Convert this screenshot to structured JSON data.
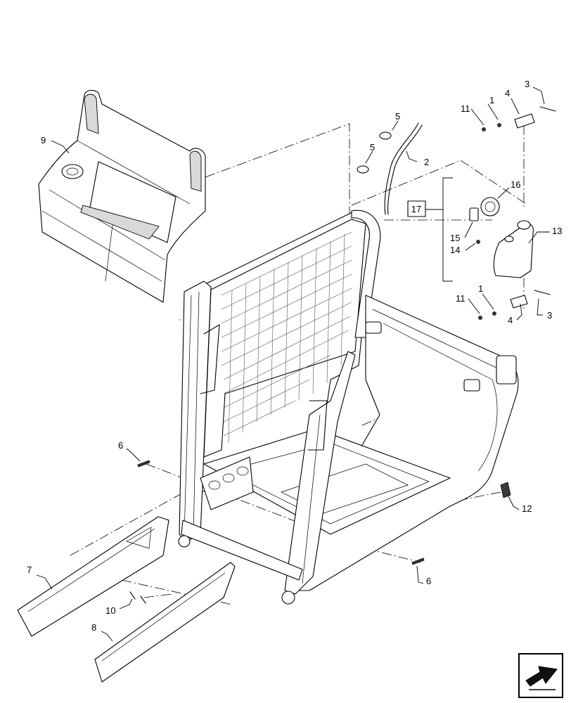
{
  "diagram": {
    "callouts": [
      {
        "id": "c1a",
        "label": "1"
      },
      {
        "id": "c1b",
        "label": "1"
      },
      {
        "id": "c2",
        "label": "2"
      },
      {
        "id": "c3a",
        "label": "3"
      },
      {
        "id": "c3b",
        "label": "3"
      },
      {
        "id": "c4a",
        "label": "4"
      },
      {
        "id": "c4b",
        "label": "4"
      },
      {
        "id": "c5a",
        "label": "5"
      },
      {
        "id": "c5b",
        "label": "5"
      },
      {
        "id": "c6a",
        "label": "6"
      },
      {
        "id": "c6b",
        "label": "6"
      },
      {
        "id": "c7",
        "label": "7"
      },
      {
        "id": "c8",
        "label": "8"
      },
      {
        "id": "c9",
        "label": "9"
      },
      {
        "id": "c10",
        "label": "10"
      },
      {
        "id": "c11a",
        "label": "11"
      },
      {
        "id": "c11b",
        "label": "11"
      },
      {
        "id": "c12",
        "label": "12"
      },
      {
        "id": "c13",
        "label": "13"
      },
      {
        "id": "c14",
        "label": "14"
      },
      {
        "id": "c15",
        "label": "15"
      },
      {
        "id": "c16",
        "label": "16"
      }
    ],
    "assembly_box": {
      "label": "17"
    },
    "nav_icon": "arrow-icon"
  }
}
